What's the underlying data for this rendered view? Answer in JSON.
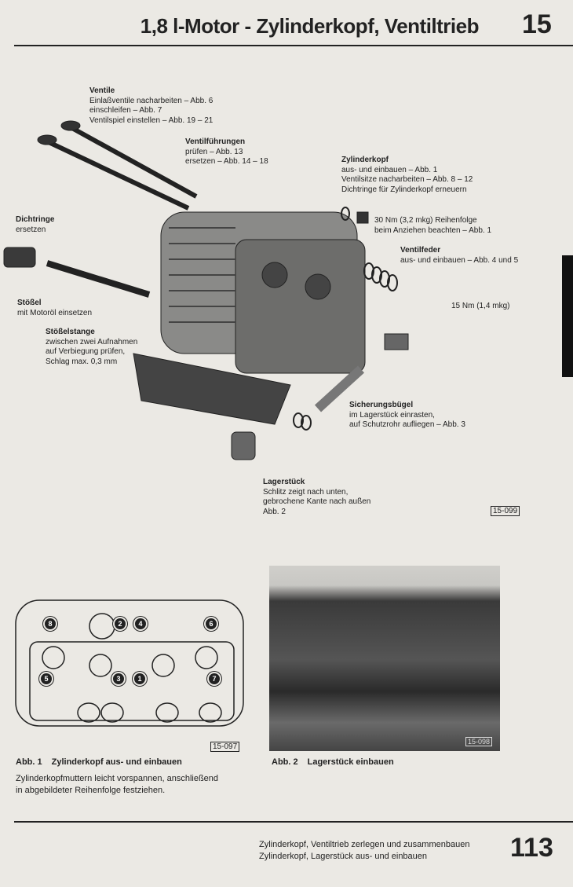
{
  "header": {
    "title": "1,8 l-Motor - Zylinderkopf, Ventiltrieb",
    "chapter": "15"
  },
  "labels": {
    "ventile": {
      "title": "Ventile",
      "lines": [
        "Einlaßventile nacharbeiten – Abb. 6",
        "einschleifen – Abb. 7",
        "Ventilspiel einstellen – Abb. 19 – 21"
      ]
    },
    "ventilfuehrungen": {
      "title": "Ventilführungen",
      "lines": [
        "prüfen – Abb. 13",
        "ersetzen – Abb. 14 – 18"
      ]
    },
    "zylinderkopf": {
      "title": "Zylinderkopf",
      "lines": [
        "aus- und einbauen – Abb. 1",
        "Ventilsitze nacharbeiten – Abb. 8 – 12",
        "Dichtringe für Zylinderkopf erneuern"
      ]
    },
    "mutter": {
      "lines": [
        "30 Nm (3,2 mkg) Reihenfolge",
        "beim Anziehen beachten – Abb. 1"
      ]
    },
    "ventilfeder": {
      "title": "Ventilfeder",
      "lines": [
        "aus- und einbauen – Abb. 4 und 5"
      ]
    },
    "torque15": {
      "lines": [
        "15 Nm (1,4 mkg)"
      ]
    },
    "dichtringe": {
      "title": "Dichtringe",
      "lines": [
        "ersetzen"
      ]
    },
    "stoessel": {
      "title": "Stößel",
      "lines": [
        "mit Motoröl einsetzen"
      ]
    },
    "stoesselstange": {
      "title": "Stößelstange",
      "lines": [
        "zwischen zwei Aufnahmen",
        "auf Verbiegung prüfen,",
        "Schlag max. 0,3 mm"
      ]
    },
    "sicherungsbuegel": {
      "title": "Sicherungsbügel",
      "lines": [
        "im Lagerstück einrasten,",
        "auf Schutzrohr aufliegen – Abb. 3"
      ]
    },
    "lagerstueck": {
      "title": "Lagerstück",
      "lines": [
        "Schlitz zeigt nach unten,",
        "gebrochene Kante nach außen",
        "Abb. 2"
      ]
    }
  },
  "figures": {
    "main_id": "15-099",
    "abb1": {
      "id": "15-097",
      "num": "Abb. 1",
      "caption": "Zylinderkopf aus- und einbauen",
      "bolts": [
        "8",
        "2",
        "4",
        "6",
        "5",
        "3",
        "1",
        "7"
      ],
      "text": [
        "Zylinderkopfmuttern leicht vorspannen, anschließend",
        "in abgebildeter Reihenfolge festziehen."
      ]
    },
    "abb2": {
      "id": "15-098",
      "num": "Abb. 2",
      "caption": "Lagerstück einbauen"
    }
  },
  "footer": {
    "lines": [
      "Zylinderkopf, Ventiltrieb zerlegen und zusammenbauen",
      "Zylinderkopf, Lagerstück aus- und einbauen"
    ],
    "page": "113"
  }
}
